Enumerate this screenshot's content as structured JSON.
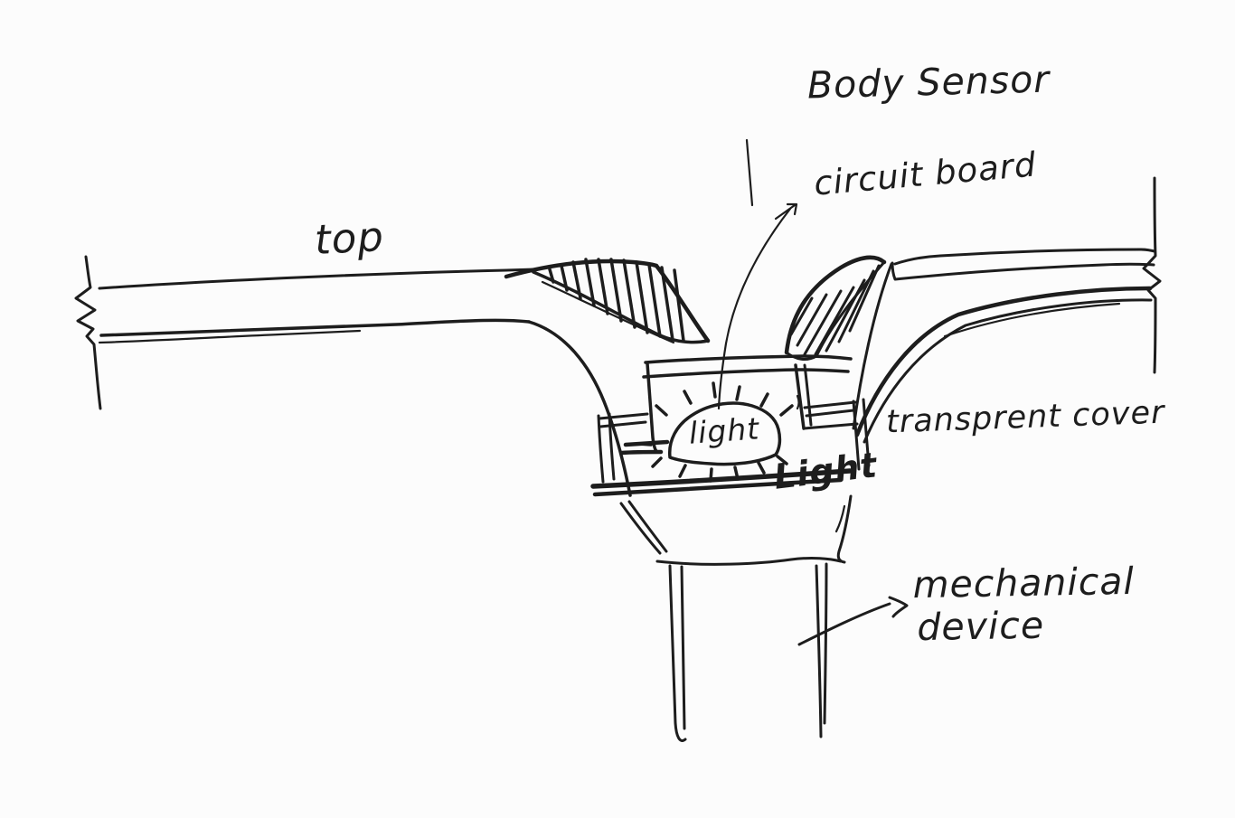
{
  "canvas": {
    "background": "#fcfcfc",
    "ink": "#1d1d1d",
    "description": "Hand-drawn cross-section sketch of a body sensor mounted in a ceiling panel"
  },
  "title": {
    "text": "Body Sensor"
  },
  "labels": {
    "top": "top",
    "circuit_board": "circuit board",
    "transparent_cover": "transprent cover",
    "bulb": "light",
    "light_note": "Light",
    "mechanical_line1": "mechanical",
    "mechanical_line2": "device"
  }
}
